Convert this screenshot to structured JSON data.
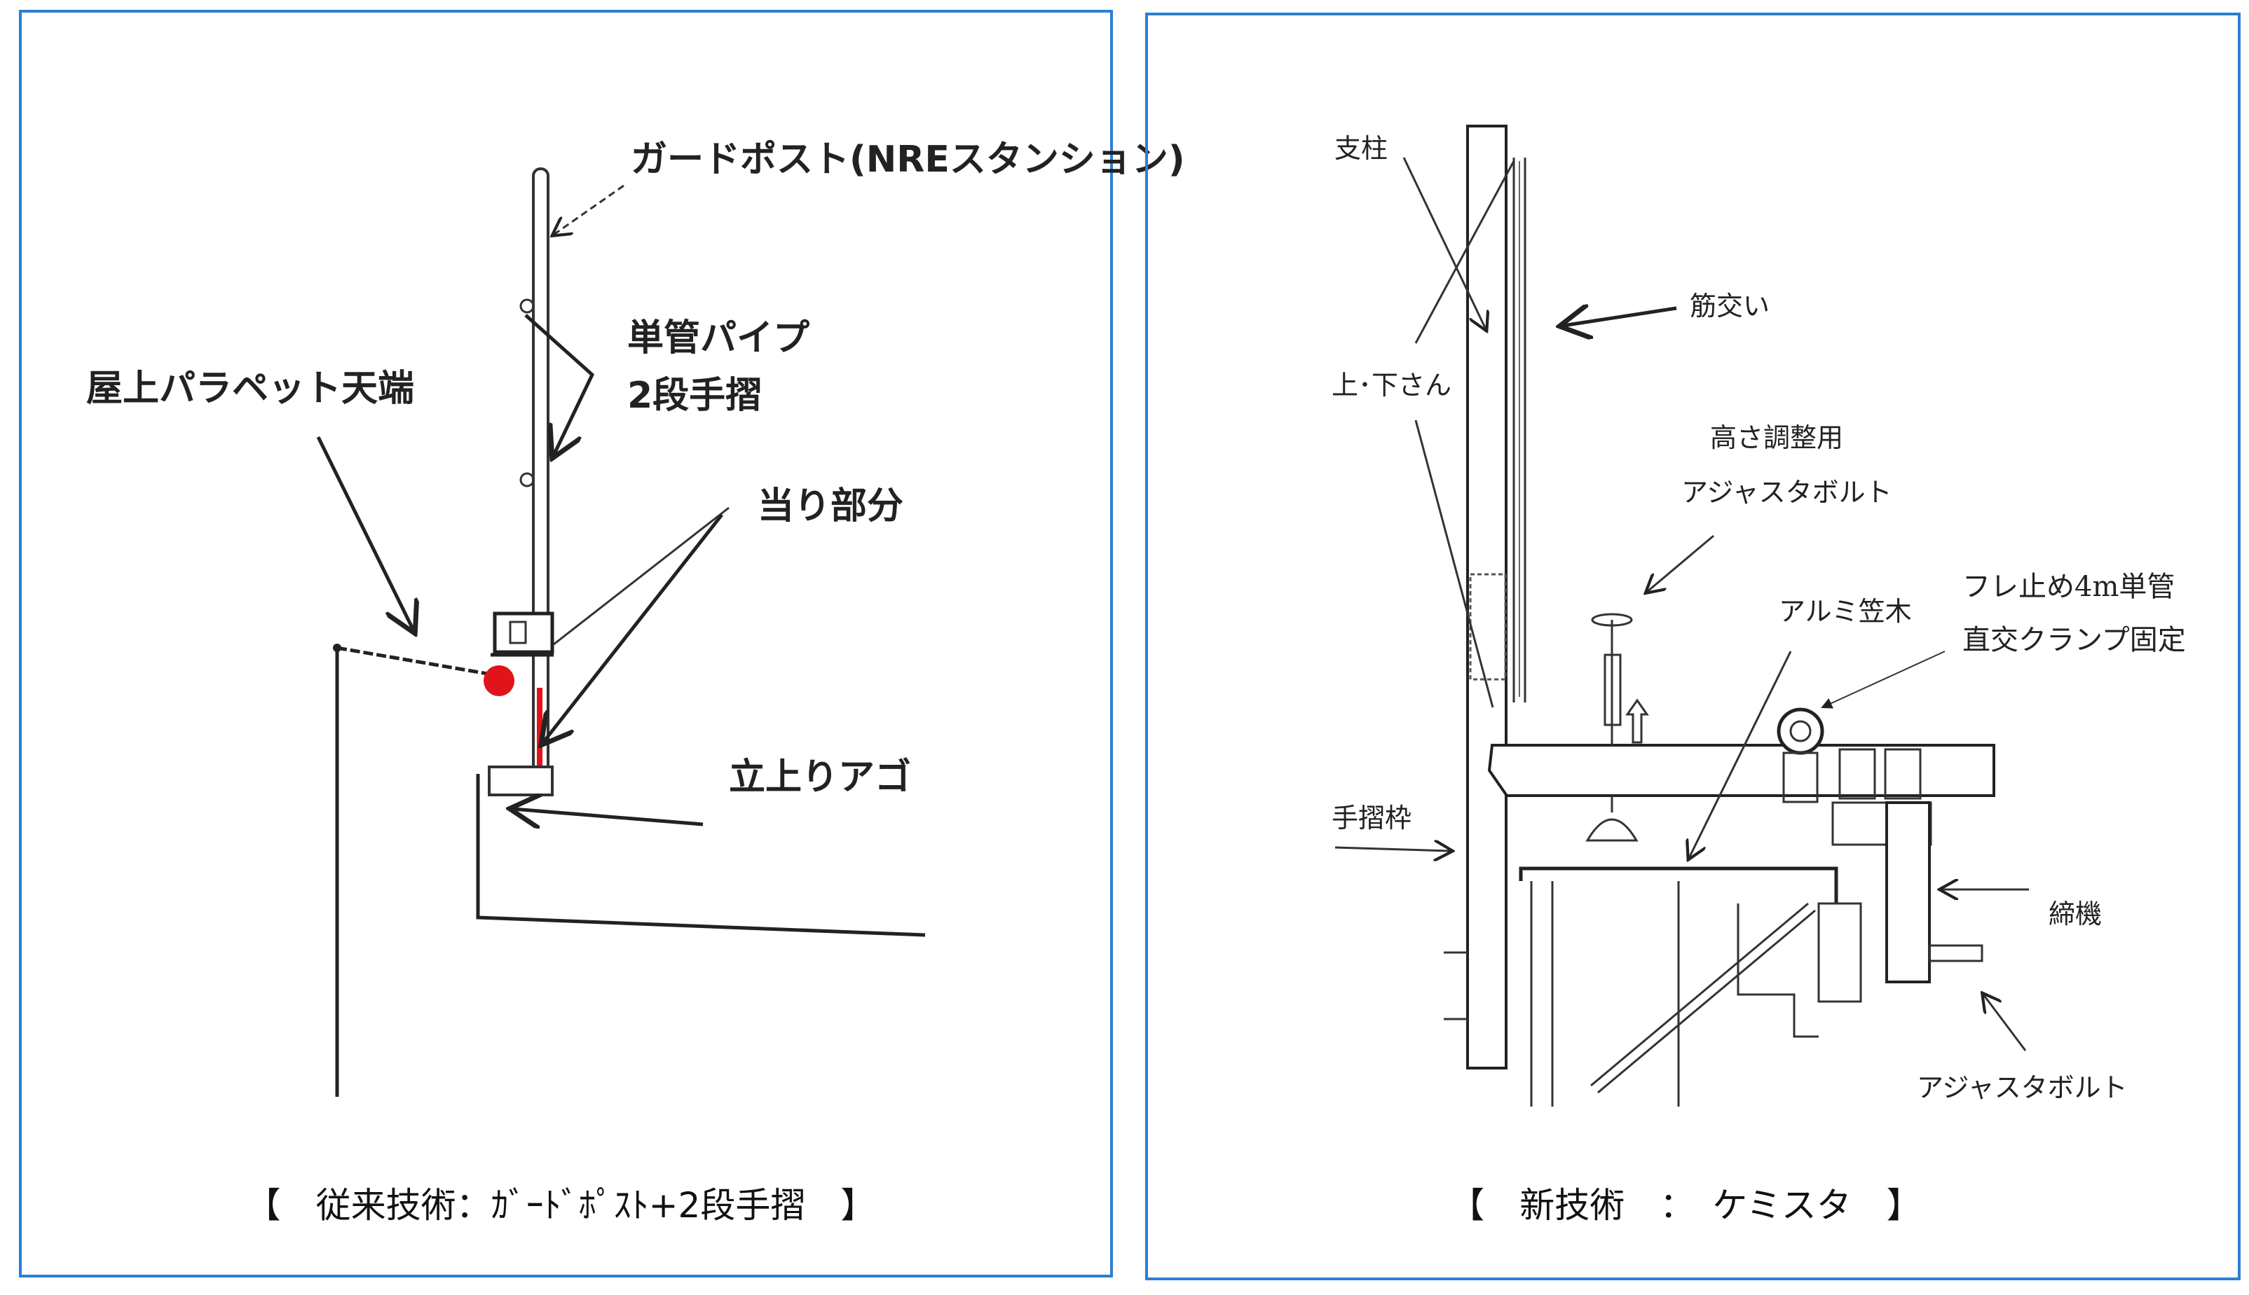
{
  "colors": {
    "panel_border": "#2a7fd4",
    "contact_marker": "#e0141a"
  },
  "left_panel": {
    "labels": {
      "guard_post": "ガードポスト(NREスタンション)",
      "pipe_line1": "単管パイプ",
      "pipe_line2": "2段手摺",
      "parapet": "屋上パラペット天端",
      "contact": "当り部分",
      "rising_ago": "立上りアゴ"
    },
    "caption": "【　従来技術：ｶﾞｰﾄﾞﾎﾟｽﾄ+2段手摺　】"
  },
  "right_panel": {
    "labels": {
      "pillar": "支柱",
      "brace": "筋交い",
      "rails": "上･下さん",
      "height_adjust": "高さ調整用",
      "adjuster_bolt_top": "アジャスタボルト",
      "aluminum_coping": "アルミ笠木",
      "anti_sway_line1": "フレ止め4m単管",
      "anti_sway_line2": "直交クランプ固定",
      "handrail_frame": "手摺枠",
      "clamp": "締機",
      "adjuster_bolt_bottom": "アジャスタボルト"
    },
    "caption": "【　新技術　：　ケミスタ　】"
  }
}
